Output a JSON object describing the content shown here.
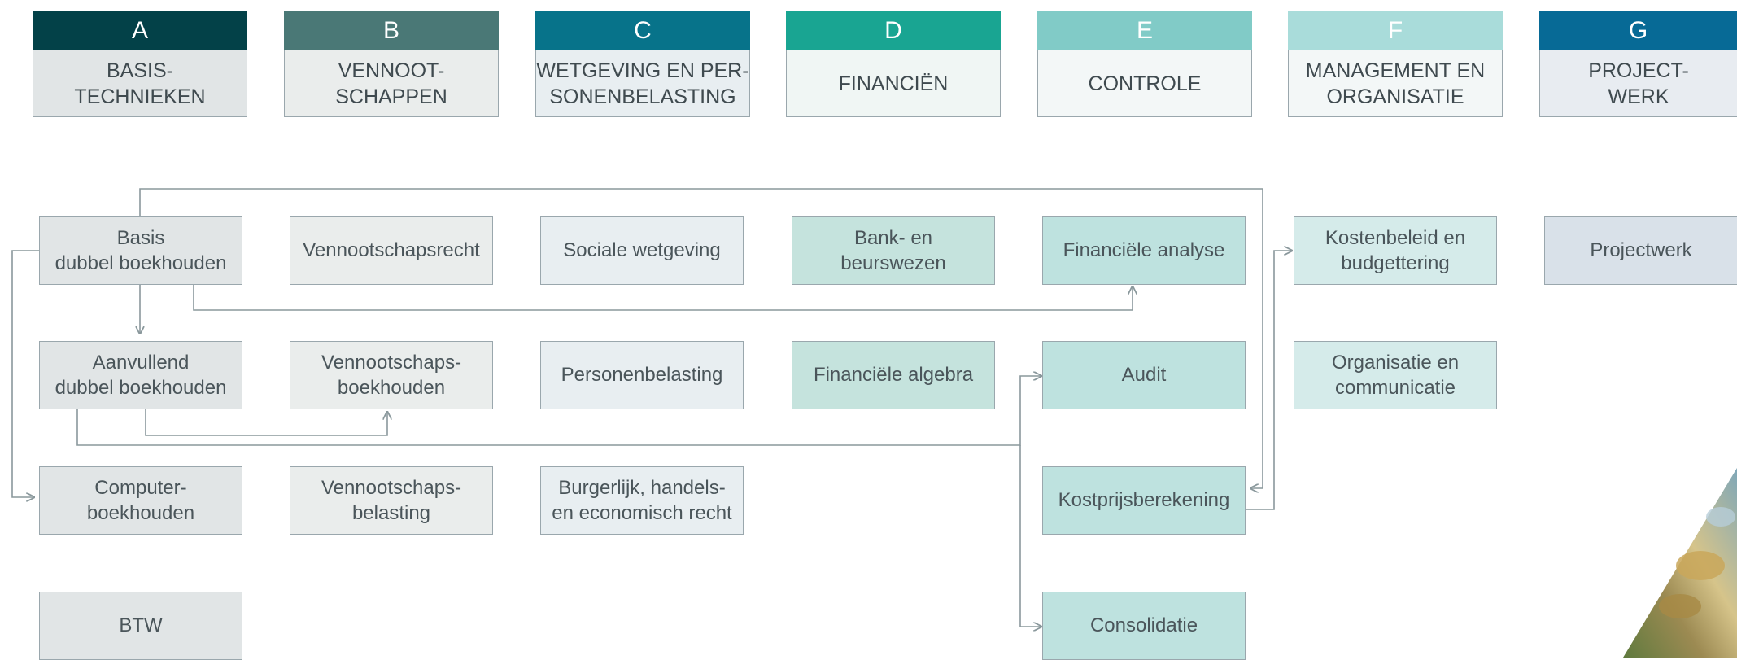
{
  "columns": [
    {
      "letter": "A",
      "title": "BASIS-\nTECHNIEKEN",
      "letter_bg": "#034148",
      "title_bg": "#e1e5e6"
    },
    {
      "letter": "B",
      "title": "VENNOOT-\nSCHAPPEN",
      "letter_bg": "#4a7876",
      "title_bg": "#eaedec"
    },
    {
      "letter": "C",
      "title": "WETGEVING EN PER-\nSONENBELASTING",
      "letter_bg": "#07738a",
      "title_bg": "#e8eef1"
    },
    {
      "letter": "D",
      "title": "FINANCIËN",
      "letter_bg": "#19a592",
      "title_bg": "#f0f6f4"
    },
    {
      "letter": "E",
      "title": "CONTROLE",
      "letter_bg": "#81cbc7",
      "title_bg": "#f3f7f7"
    },
    {
      "letter": "F",
      "title": "MANAGEMENT EN\nORGANISATIE",
      "letter_bg": "#a9dcda",
      "title_bg": "#f3f7f7"
    },
    {
      "letter": "G",
      "title": "PROJECT-\nWERK",
      "letter_bg": "#076a96",
      "title_bg": "#e8ecf1"
    }
  ],
  "nodes": {
    "basis_dubbel_boekhouden": {
      "label": "Basis\ndubbel boekhouden",
      "bg": "#e1e5e6"
    },
    "aanvullend_dubbel_boekhouden": {
      "label": "Aanvullend\ndubbel boekhouden",
      "bg": "#e1e5e6"
    },
    "computerboekhouden": {
      "label": "Computer-\nboekhouden",
      "bg": "#e1e5e6"
    },
    "btw": {
      "label": "BTW",
      "bg": "#e1e5e6"
    },
    "vennootschapsrecht": {
      "label": "Vennootschapsrecht",
      "bg": "#eaedec"
    },
    "vennootschapsboekhouden": {
      "label": "Vennootschaps-\nboekhouden",
      "bg": "#eaedec"
    },
    "vennootschapsbelasting": {
      "label": "Vennootschaps-\nbelasting",
      "bg": "#eaedec"
    },
    "sociale_wetgeving": {
      "label": "Sociale wetgeving",
      "bg": "#e8eef1"
    },
    "personenbelasting": {
      "label": "Personenbelasting",
      "bg": "#e8eef1"
    },
    "burgerlijk_recht": {
      "label": "Burgerlijk, handels-\nen economisch recht",
      "bg": "#e8eef1"
    },
    "bank_beurswezen": {
      "label": "Bank- en\nbeurswezen",
      "bg": "#c5e3dd"
    },
    "financiele_algebra": {
      "label": "Financiële algebra",
      "bg": "#c5e3dd"
    },
    "financiele_analyse": {
      "label": "Financiële analyse",
      "bg": "#bee2df"
    },
    "audit": {
      "label": "Audit",
      "bg": "#bee2df"
    },
    "kostprijsberekening": {
      "label": "Kostprijsberekening",
      "bg": "#bee2df"
    },
    "consolidatie": {
      "label": "Consolidatie",
      "bg": "#bee2df"
    },
    "kostenbeleid": {
      "label": "Kostenbeleid en\nbudgettering",
      "bg": "#d5ebea"
    },
    "organisatie_communicatie": {
      "label": "Organisatie en\ncommunicatie",
      "bg": "#d5ebea"
    },
    "projectwerk": {
      "label": "Projectwerk",
      "bg": "#d9e1e9"
    }
  },
  "colors": {
    "line": "#8a989c",
    "border": "#9aa7ad",
    "text": "#4a555a"
  }
}
